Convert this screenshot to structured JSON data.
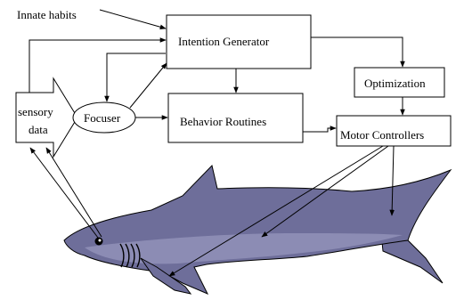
{
  "labels": {
    "innate_habits": "Innate habits",
    "intention_generator": "Intention Generator",
    "optimization": "Optimization",
    "sensory_line1": "sensory",
    "sensory_line2": "data",
    "focuser": "Focuser",
    "behavior_routines": "Behavior Routines",
    "motor_controllers": "Motor Controllers"
  },
  "colors": {
    "shark_body": "#6e6e9a",
    "shark_belly": "#8c8cb4",
    "shark_outline": "#000000",
    "line": "#000000",
    "background": "#ffffff"
  },
  "illustration": "shark-icon"
}
